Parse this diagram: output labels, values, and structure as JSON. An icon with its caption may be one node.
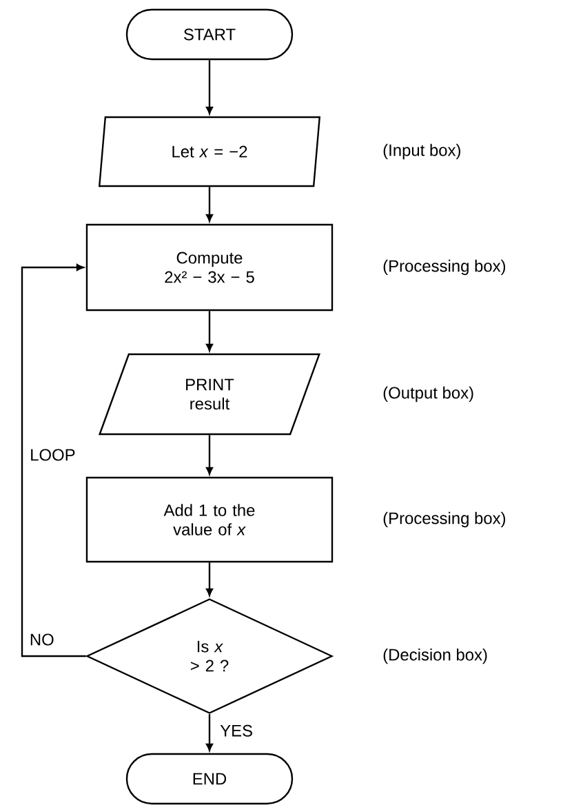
{
  "diagram": {
    "nodes": [
      {
        "text": [
          "START"
        ]
      },
      {
        "text": [
          "Let *x* = −2"
        ],
        "beside": [
          "(Input box)"
        ]
      },
      {
        "text": [
          "Compute",
          "2x² − 3x − 5"
        ],
        "beside": [
          "(Processing box)"
        ]
      },
      {
        "text": [
          "PRINT result"
        ],
        "beside": [
          "(Output box)"
        ]
      },
      {
        "text": [
          "Add 1 to the value of *x*"
        ],
        "beside": [
          "(Processing box)"
        ]
      },
      {
        "text": [
          "Is *x* > 2 ?"
        ],
        "beside": [
          "(Decision box)"
        ]
      },
      {
        "text": [
          "END"
        ]
      }
    ],
    "edges": [
      {
        "from": 0,
        "to": 1,
        "arrow": "to"
      },
      {
        "from": 1,
        "to": 2,
        "arrow": "to"
      },
      {
        "from": 2,
        "to": 3,
        "arrow": "to"
      },
      {
        "from": 3,
        "to": 4,
        "arrow": "to"
      },
      {
        "from": 4,
        "to": 5,
        "arrow": "to"
      },
      {
        "from": 5,
        "to": 2,
        "label": "NO",
        "arrow": "to"
      },
      {
        "from": 5,
        "to": 6,
        "label": "YES",
        "arrow": "to"
      }
    ],
    "labels": [
      "LOOP"
    ]
  }
}
